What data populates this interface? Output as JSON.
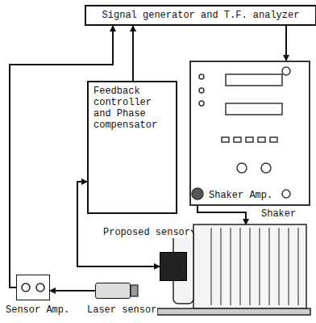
{
  "diagram": {
    "nodes": [
      {
        "text": [
          "Signal generator and T.F. analyzer"
        ]
      },
      {
        "text": [
          "Feedback controller and Phase compensator"
        ]
      },
      {
        "text": [
          "Shaker Amp."
        ]
      },
      {
        "text": [
          "Shaker"
        ]
      },
      {
        "text": [
          "Proposed sensor"
        ]
      },
      {
        "text": [
          "Sensor Amp."
        ]
      },
      {
        "text": [
          "Laser sensor"
        ]
      }
    ],
    "edges": [
      {
        "from": 5,
        "to": 0,
        "arrow": "to"
      },
      {
        "from": 1,
        "to": 0,
        "arrow": "to"
      },
      {
        "from": 0,
        "to": 2,
        "arrow": "to"
      },
      {
        "from": 2,
        "to": 3,
        "arrow": "to"
      },
      {
        "from": 4,
        "to": 1,
        "arrow": "both"
      },
      {
        "from": 6,
        "to": 5,
        "arrow": "to"
      }
    ]
  }
}
